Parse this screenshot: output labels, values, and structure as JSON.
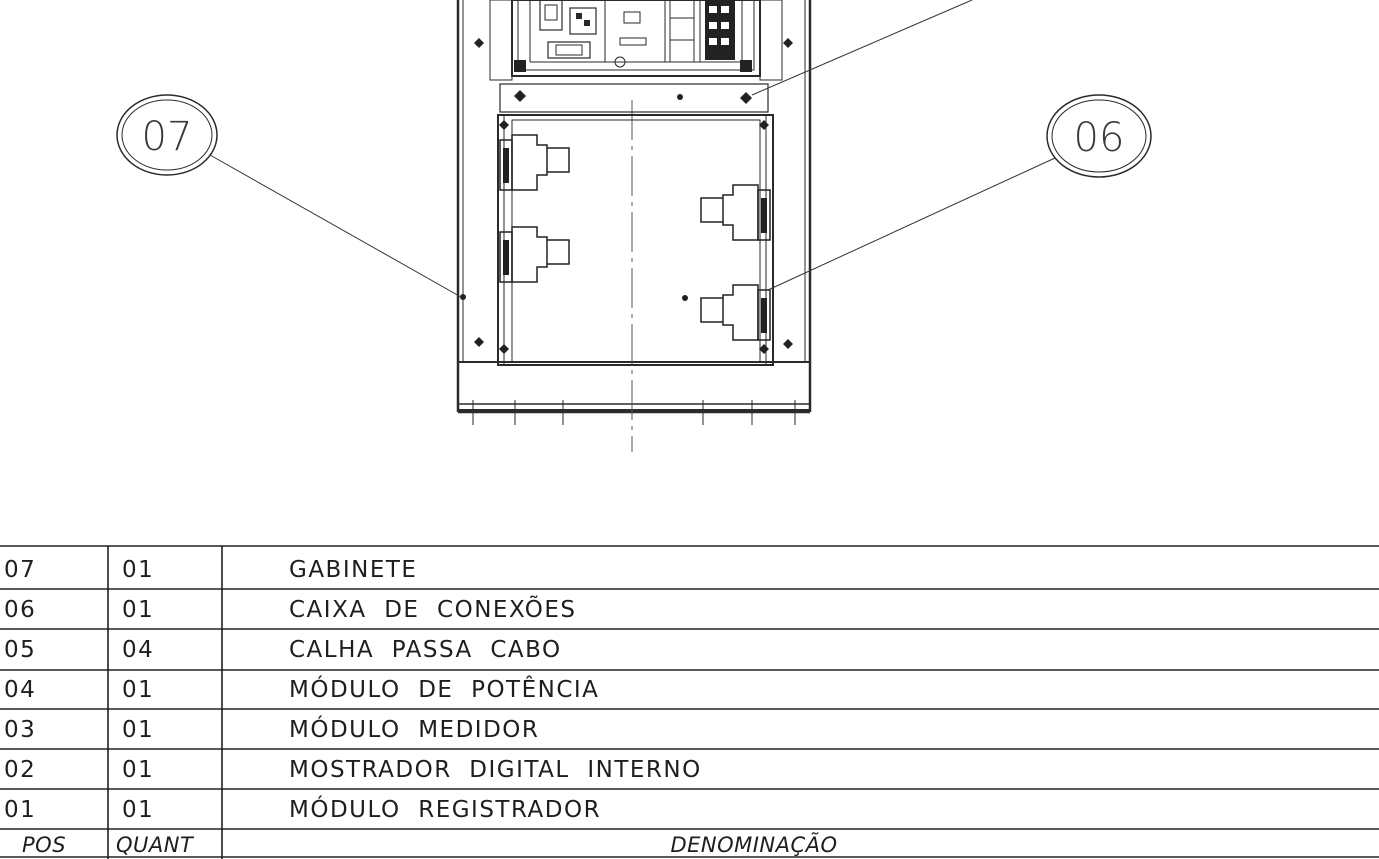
{
  "balloons": [
    {
      "id": "07",
      "label": "07"
    },
    {
      "id": "06",
      "label": "06"
    }
  ],
  "bom": {
    "headers": {
      "pos": "POS",
      "quant": "QUANT",
      "denominacao": "DENOMINAÇÃO"
    },
    "rows": [
      {
        "pos": "07",
        "quant": "01",
        "desc": "GABINETE"
      },
      {
        "pos": "06",
        "quant": "01",
        "desc": "CAIXA  DE  CONEXÕES"
      },
      {
        "pos": "05",
        "quant": "04",
        "desc": "CALHA  PASSA  CABO"
      },
      {
        "pos": "04",
        "quant": "01",
        "desc": "MÓDULO  DE  POTÊNCIA"
      },
      {
        "pos": "03",
        "quant": "01",
        "desc": "MÓDULO  MEDIDOR"
      },
      {
        "pos": "02",
        "quant": "01",
        "desc": "MOSTRADOR  DIGITAL  INTERNO"
      },
      {
        "pos": "01",
        "quant": "01",
        "desc": "MÓDULO  REGISTRADOR"
      }
    ]
  }
}
